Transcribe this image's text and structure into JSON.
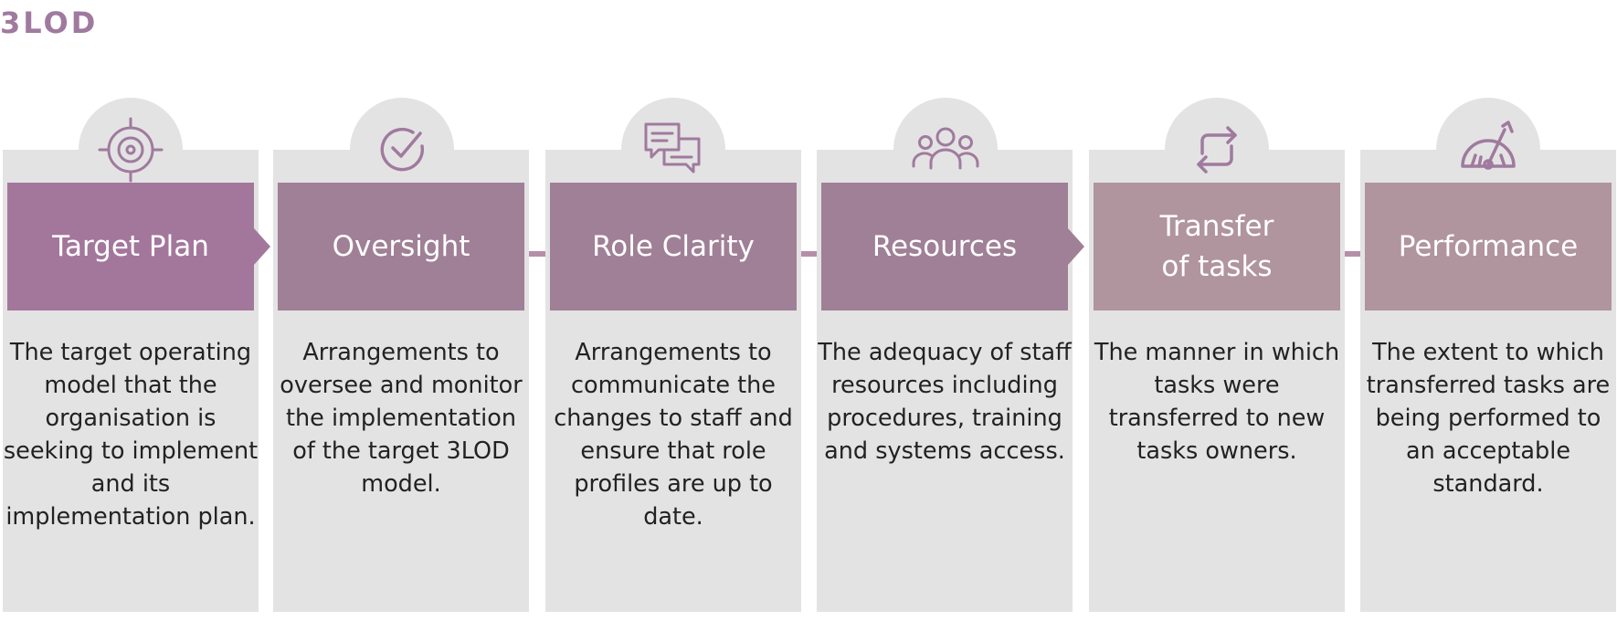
{
  "title": "3LOD",
  "colors": {
    "column_bg": "#e3e3e3",
    "icon_stroke": "#a07a9e",
    "header_1": "#a3779c",
    "header_2": "#a08096",
    "header_3": "#a08096",
    "header_4": "#a08096",
    "header_5": "#b0949e",
    "header_6": "#b0949e"
  },
  "steps": [
    {
      "icon": "target-icon",
      "title": "Target Plan",
      "description": "The target operating model that the organisation is seeking to implement and its implementation plan."
    },
    {
      "icon": "check-circle-icon",
      "title": "Oversight",
      "description": "Arrangements to oversee and monitor the implementation of the target 3LOD model."
    },
    {
      "icon": "chat-bubbles-icon",
      "title": "Role Clarity",
      "description": "Arrangements to communicate the changes to staff and ensure that role profiles are up to date."
    },
    {
      "icon": "people-group-icon",
      "title": "Resources",
      "description": "The adequacy of staff resources including procedures, training and systems access."
    },
    {
      "icon": "repeat-arrows-icon",
      "title": "Transfer of tasks",
      "description": "The manner in which tasks were transferred to new tasks owners."
    },
    {
      "icon": "speedometer-icon",
      "title": "Performance",
      "description": "The extent to which transferred tasks are being performed to an acceptable standard."
    }
  ]
}
